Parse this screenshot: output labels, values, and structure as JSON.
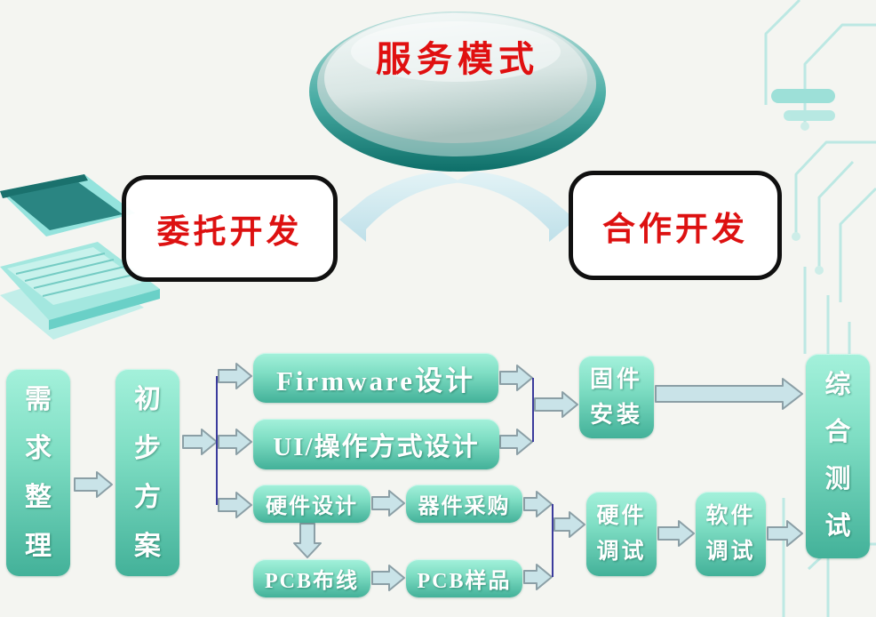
{
  "header": {
    "title": "服务模式"
  },
  "branches": {
    "left": {
      "label": "委托开发"
    },
    "right": {
      "label": "合作开发"
    }
  },
  "flow": {
    "req": "需求整理",
    "plan": "初步方案",
    "firmware": "Firmware设计",
    "ui": "UI/操作方式设计",
    "hw_design": "硬件设计",
    "parts": "器件采购",
    "pcb_route": "PCB布线",
    "pcb_sample": "PCB样品",
    "fw_install": "固件安装",
    "hw_debug": "硬件调试",
    "sw_debug": "软件调试",
    "final_test": "综合测试"
  },
  "edges": [
    "req->plan",
    "plan->firmware",
    "plan->ui",
    "plan->hw_design",
    "firmware->fw_install",
    "ui->fw_install",
    "fw_install->final_test",
    "hw_design->parts",
    "hw_design->pcb_route",
    "pcb_route->pcb_sample",
    "parts->hw_debug",
    "pcb_sample->hw_debug",
    "hw_debug->sw_debug",
    "sw_debug->final_test"
  ],
  "colors": {
    "title_red": "#e01010",
    "box_gradient_top": "#a4f1db",
    "box_gradient_bottom": "#43b199",
    "arrow_fill": "#c9e3e8",
    "arrow_border": "#8b9fa6",
    "connector_line": "#3b3b9d",
    "disc_rim_teal": "#157d77",
    "background": "#f4f5f1",
    "circuit_pattern": "#8fdfd8"
  }
}
